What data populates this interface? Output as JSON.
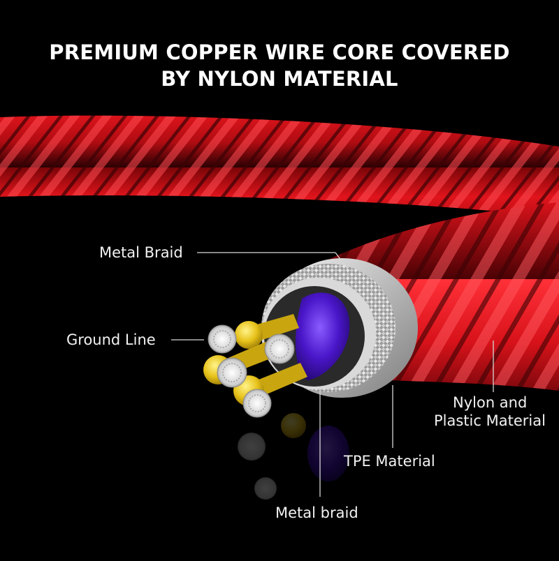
{
  "headline": {
    "line1": "PREMIUM COPPER WIRE CORE COVERED",
    "line2": "BY NYLON MATERIAL"
  },
  "labels": {
    "metal_braid_top": "Metal Braid",
    "ground_line": "Ground Line",
    "nylon_line1": "Nylon and",
    "nylon_line2": "Plastic Material",
    "tpe_material": "TPE Material",
    "metal_braid_bottom": "Metal braid"
  },
  "colors": {
    "background": "#000000",
    "cable_red": "#e0141c",
    "cable_dark_red": "#5a0306",
    "core_purple": "#5b1fd6",
    "copper_gold": "#e9c21c",
    "silver": "#cfcfcf",
    "text": "#ffffff"
  }
}
